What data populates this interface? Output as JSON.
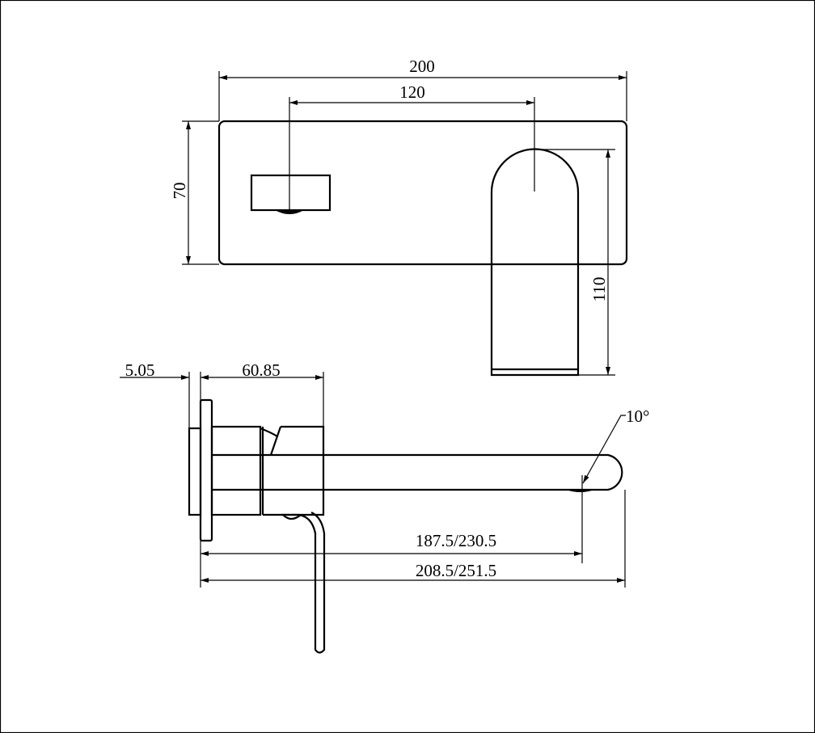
{
  "dimensions": {
    "top_width": "200",
    "top_centers": "120",
    "top_height": "70",
    "spout_height": "110",
    "plate_thickness": "5.05",
    "body_depth": "60.85",
    "spout_reach": "187.5/230.5",
    "overall_reach": "208.5/251.5",
    "angle": "10°"
  },
  "colors": {
    "line": "#000000",
    "background": "#ffffff"
  }
}
